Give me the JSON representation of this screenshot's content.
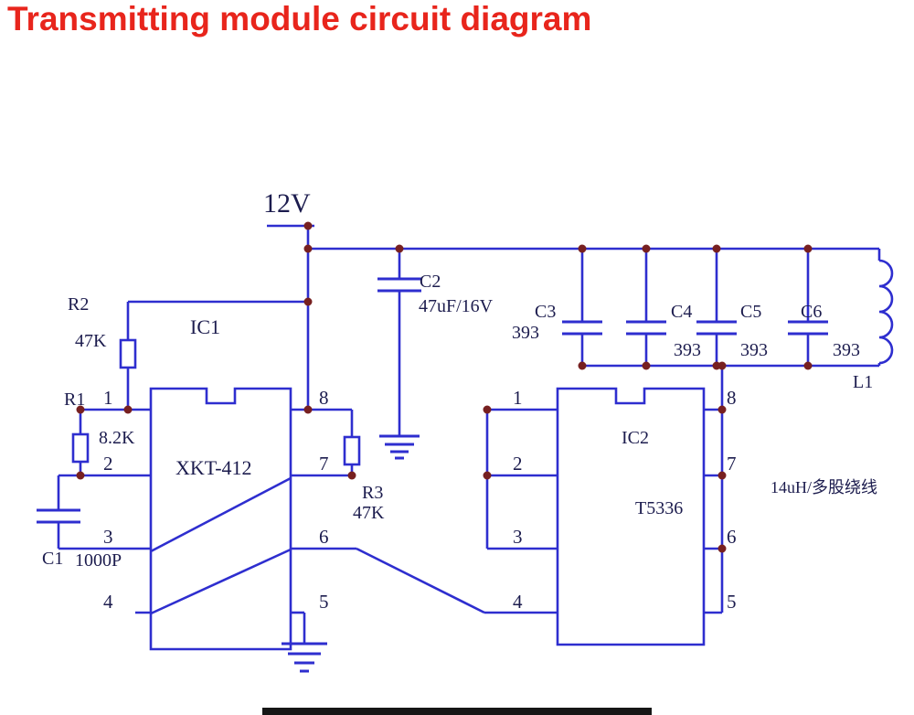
{
  "title": {
    "text": "Transmitting module circuit diagram"
  },
  "colors": {
    "title": "#e8251c",
    "wire": "#2e2ecf",
    "label": "#1c1c4e",
    "junction_dot": "#772020"
  },
  "circuit": {
    "supply_label": "12V",
    "components": {
      "r1": {
        "ref": "R1",
        "value": "8.2K"
      },
      "r2": {
        "ref": "R2",
        "value": "47K"
      },
      "r3": {
        "ref": "R3",
        "value": "47K"
      },
      "c1": {
        "ref": "C1",
        "value": "1000P"
      },
      "c2": {
        "ref": "C2",
        "value": "47uF/16V"
      },
      "c3": {
        "ref": "C3",
        "value": "393"
      },
      "c4": {
        "ref": "C4",
        "value": "393"
      },
      "c5": {
        "ref": "C5",
        "value": "393"
      },
      "c6": {
        "ref": "C6",
        "value": "393"
      },
      "l1": {
        "ref": "L1",
        "value": "14uH/多股绕线"
      }
    },
    "ic1": {
      "ref": "IC1",
      "part": "XKT-412",
      "pins_left": [
        "1",
        "2",
        "3",
        "4"
      ],
      "pins_right": [
        "8",
        "7",
        "6",
        "5"
      ]
    },
    "ic2": {
      "ref": "IC2",
      "part": "T5336",
      "pins_left": [
        "1",
        "2",
        "3",
        "4"
      ],
      "pins_right": [
        "8",
        "7",
        "6",
        "5"
      ]
    }
  }
}
